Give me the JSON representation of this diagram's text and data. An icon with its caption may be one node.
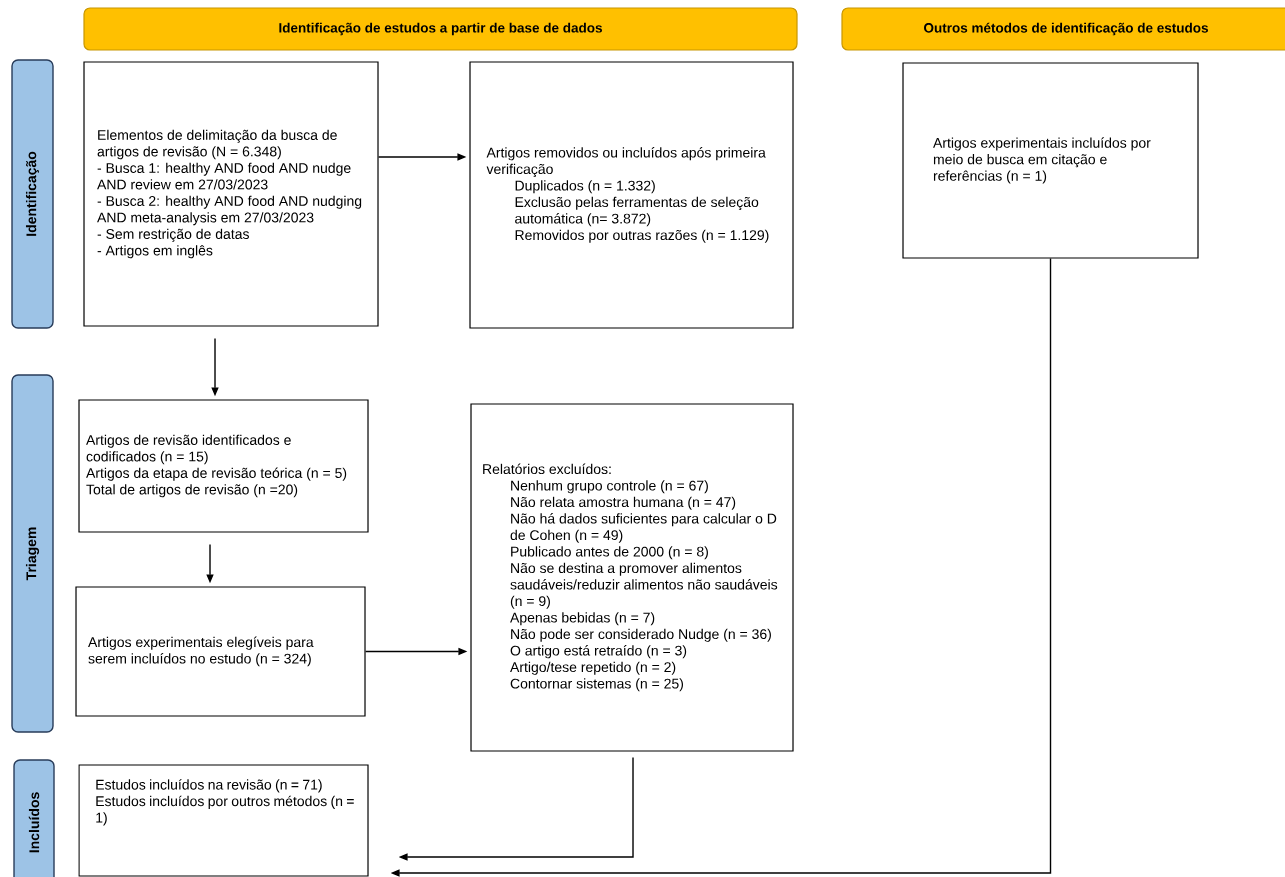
{
  "diagram": {
    "nodes": [
      {
        "text": [
          "Identificação de estudos a partir de base de dados"
        ]
      },
      {
        "text": [
          "Outros métodos de identificação de estudos"
        ]
      },
      {
        "text": [
          "Identificação"
        ]
      },
      {
        "text": [
          "Triagem"
        ]
      },
      {
        "text": [
          "Incluídos"
        ]
      },
      {
        "text": [
          "Elementos de delimitação da busca de artigos de revisão (N = 6.348)",
          "- Busca 1: healthy AND food AND nudge AND review em 27/03/2023",
          "- Busca 2: healthy AND food AND nudging AND meta-analysis em 27/03/2023",
          "- Sem restrição de datas",
          "- Artigos em inglês"
        ]
      },
      {
        "text": [
          "Artigos removidos ou incluídos após primeira verificação",
          "Duplicados (n = 1.332)",
          "Exclusão pelas ferramentas de seleção automática (n= 3.872)",
          "Removidos por outras razões (n = 1.129)"
        ]
      },
      {
        "text": [
          "Artigos experimentais incluídos por meio de busca em citação e referências (n = 1)"
        ]
      },
      {
        "text": [
          "Artigos de revisão identificados e codificados (n = 15)",
          "Artigos da etapa de revisão teórica (n = 5)",
          "Total de artigos de revisão (n =20)"
        ]
      },
      {
        "text": [
          "Artigos experimentais elegíveis para serem incluídos no estudo (n = 324)"
        ]
      },
      {
        "text": [
          "Relatórios excluídos:",
          "Nenhum grupo controle (n = 67)",
          "Não relata amostra humana (n = 47)",
          "Não há dados suficientes para calcular o D de Cohen (n = 49)",
          "Publicado antes de 2000 (n = 8)",
          "Não se destina a promover alimentos saudáveis/reduzir alimentos não saudáveis (n = 9)",
          "Apenas bebidas (n = 7)",
          "Não pode ser considerado Nudge (n = 36)",
          "O artigo está retraído (n = 3)",
          "Artigo/tese repetido (n = 2)",
          "Contornar sistemas (n = 25)"
        ]
      },
      {
        "text": [
          "Estudos incluídos na revisão (n = 71)",
          "Estudos incluídos por outros métodos (n = 1)"
        ]
      }
    ],
    "edges": [
      {
        "from": 5,
        "to": 6,
        "arrow": "to"
      },
      {
        "from": 5,
        "to": 8,
        "arrow": "to"
      },
      {
        "from": 8,
        "to": 9,
        "arrow": "to"
      },
      {
        "from": 9,
        "to": 10,
        "arrow": "to"
      },
      {
        "from": 10,
        "to": 11,
        "arrow": "to"
      },
      {
        "from": 7,
        "to": 11,
        "arrow": "to"
      }
    ]
  }
}
